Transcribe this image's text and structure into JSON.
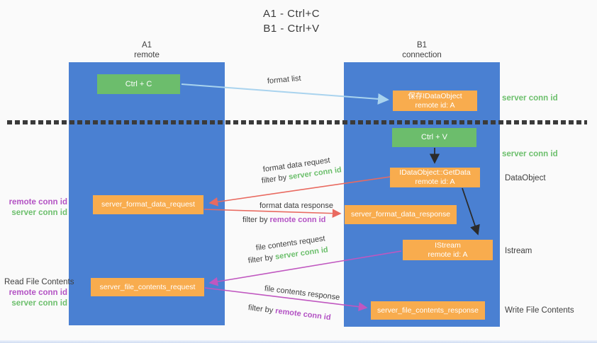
{
  "title": {
    "line1": "A1 - Ctrl+C",
    "line2": "B1 - Ctrl+V"
  },
  "lanes": {
    "left": {
      "name": "A1",
      "sub": "remote"
    },
    "right": {
      "name": "B1",
      "sub": "connection"
    }
  },
  "nodes": {
    "ctrl_c": {
      "label": "Ctrl + C"
    },
    "ctrl_v": {
      "label": "Ctrl + V"
    },
    "save_idataobject": {
      "line1": "保存IDataObject",
      "line2": "remote id: A"
    },
    "getdata": {
      "line1": "IDataObject::GetData",
      "line2": "remote id: A"
    },
    "istream": {
      "line1": "IStream",
      "line2": "remote id: A"
    },
    "server_format_data_request": {
      "label": "server_format_data_request"
    },
    "server_format_data_response": {
      "label": "server_format_data_response"
    },
    "server_file_contents_request": {
      "label": "server_file_contents_request"
    },
    "server_file_contents_response": {
      "label": "server_file_contents_response"
    }
  },
  "flow_labels": {
    "format_list": "format list",
    "format_data_request": "format data request",
    "format_data_response": "format data response",
    "file_contents_request": "file contents request",
    "file_contents_response": "file contents response",
    "filter_by": "filter by",
    "server_conn_id": "server conn id",
    "remote_conn_id": "remote conn id"
  },
  "side_labels": {
    "left": {
      "remote_conn_id": "remote conn id",
      "server_conn_id": "server conn id",
      "read_file_contents": "Read File Contents"
    },
    "right": {
      "server_conn_id_top": "server conn id",
      "server_conn_id_mid": "server conn id",
      "dataobject": "DataObject",
      "istream": "Istream",
      "write_file_contents": "Write File Contents"
    }
  },
  "colors": {
    "lane_blue": "#4a80d2",
    "box_orange": "#f8ac4e",
    "box_green": "#6cbd6c",
    "label_green": "#6cbf6c",
    "label_purple": "#b352c4",
    "arrow_red": "#e96a60",
    "arrow_magenta": "#c057c0",
    "arrow_lightblue": "#a9d3ee",
    "arrow_black": "#2b2b2b",
    "dotted_line": "#3b3b3b"
  }
}
